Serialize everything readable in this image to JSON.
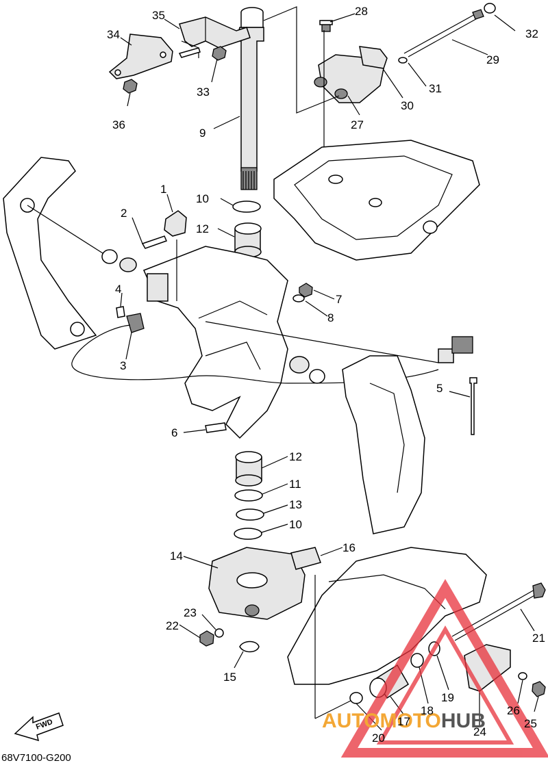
{
  "diagram": {
    "callouts": [
      {
        "id": "c1",
        "text": "1"
      },
      {
        "id": "c2",
        "text": "2"
      },
      {
        "id": "c3",
        "text": "3"
      },
      {
        "id": "c4",
        "text": "4"
      },
      {
        "id": "c5",
        "text": "5"
      },
      {
        "id": "c6",
        "text": "6"
      },
      {
        "id": "c7",
        "text": "7"
      },
      {
        "id": "c8",
        "text": "8"
      },
      {
        "id": "c9",
        "text": "9"
      },
      {
        "id": "c10a",
        "text": "10"
      },
      {
        "id": "c10b",
        "text": "10"
      },
      {
        "id": "c11",
        "text": "11"
      },
      {
        "id": "c12a",
        "text": "12"
      },
      {
        "id": "c12b",
        "text": "12"
      },
      {
        "id": "c13",
        "text": "13"
      },
      {
        "id": "c14",
        "text": "14"
      },
      {
        "id": "c15",
        "text": "15"
      },
      {
        "id": "c16",
        "text": "16"
      },
      {
        "id": "c17",
        "text": "17"
      },
      {
        "id": "c18",
        "text": "18"
      },
      {
        "id": "c19",
        "text": "19"
      },
      {
        "id": "c20",
        "text": "20"
      },
      {
        "id": "c21",
        "text": "21"
      },
      {
        "id": "c22",
        "text": "22"
      },
      {
        "id": "c23",
        "text": "23"
      },
      {
        "id": "c24",
        "text": "24"
      },
      {
        "id": "c25",
        "text": "25"
      },
      {
        "id": "c26",
        "text": "26"
      },
      {
        "id": "c27",
        "text": "27"
      },
      {
        "id": "c28",
        "text": "28"
      },
      {
        "id": "c29",
        "text": "29"
      },
      {
        "id": "c30",
        "text": "30"
      },
      {
        "id": "c31",
        "text": "31"
      },
      {
        "id": "c32",
        "text": "32"
      },
      {
        "id": "c33",
        "text": "33"
      },
      {
        "id": "c34",
        "text": "34"
      },
      {
        "id": "c35",
        "text": "35"
      },
      {
        "id": "c36",
        "text": "36"
      }
    ],
    "fwd_label": "FWD",
    "diagram_code": "68V7100-G200"
  },
  "watermark": {
    "part1": "AUTO",
    "part2": "MOTO",
    "part3": "HUB",
    "color_accent": "#e8323c",
    "color_orange": "#f3a735",
    "color_grey": "#555555"
  }
}
